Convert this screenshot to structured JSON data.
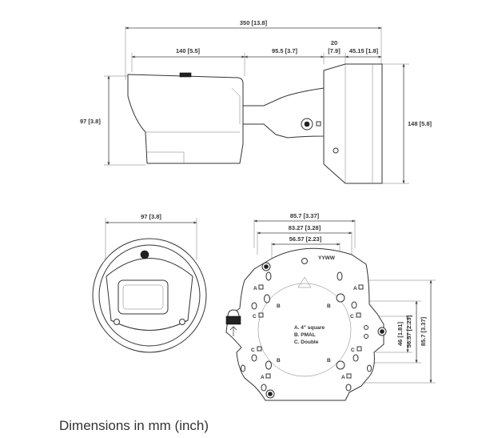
{
  "caption": "Dimensions in mm (inch)",
  "side_view": {
    "overall_length": "350 [13.8]",
    "body_length": "140 [5.5]",
    "bracket_length": "95.5 [3.7]",
    "gap_top": "20",
    "gap_bottom": "[7.9]",
    "mount_depth": "45.15 [1.8]",
    "body_height": "97 [3.8]",
    "mount_height": "148 [5.8]"
  },
  "front_view": {
    "width": "97 [3.8]"
  },
  "mount_plate": {
    "width_a": "85.7 [3.37]",
    "width_b": "83.27 [3.28]",
    "width_c": "56.57 [2.23]",
    "height_a": "85.7 [3.37]",
    "height_b": "56.57 [2.23]",
    "height_c": "46 [1.81]",
    "date_code": "YYWW",
    "legend_a": "A. 4\" square",
    "legend_b": "B. PMAL",
    "legend_c": "C. Double",
    "hole_a": "A",
    "hole_b": "B",
    "hole_c": "C"
  }
}
